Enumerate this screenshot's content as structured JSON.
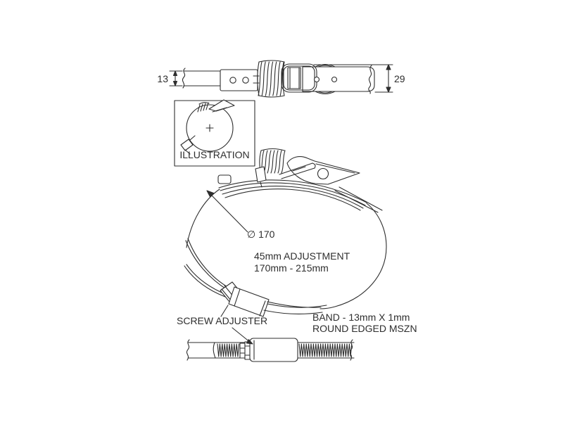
{
  "page": {
    "background_color": "#ffffff",
    "line_color": "#2e2e2e",
    "text_color": "#2e2e2e"
  },
  "top_view": {
    "dim_left": "13",
    "dim_right": "29"
  },
  "illustration_box": {
    "caption": "ILLUSTRATION"
  },
  "main_view": {
    "diameter_label": "∅ 170",
    "adjustment_line1": "45mm ADJUSTMENT",
    "adjustment_line2": "170mm - 215mm"
  },
  "adjuster_view": {
    "pointer_label": "SCREW ADJUSTER",
    "band_spec_line1": "BAND - 13mm X 1mm",
    "band_spec_line2": "ROUND EDGED MSZN"
  }
}
